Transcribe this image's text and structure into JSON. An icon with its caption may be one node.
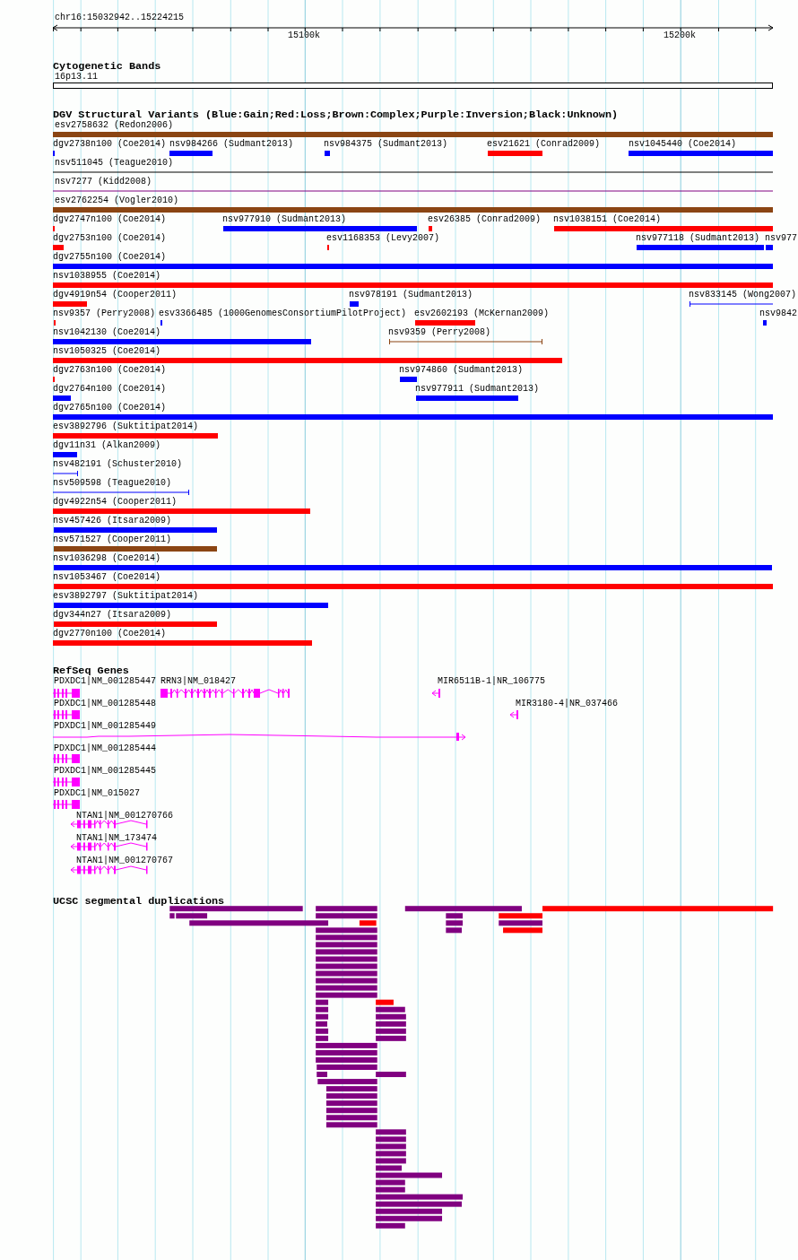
{
  "diagram": {
    "labels": [
      "chr16:15032942..15224215",
      "15100k",
      "15200k",
      "Cytogenetic Bands",
      "16p13.11",
      "DGV Structural Variants (Blue:Gain;Red:Loss;Brown:Complex;Purple:Inversion;Black:Unknown)",
      "esv2758632 (Redon2006)",
      "dgv2738n100 (Coe2014)",
      "nsv984266 (Sudmant2013)",
      "nsv984375 (Sudmant2013)",
      "esv21621 (Conrad2009)",
      "nsv1045440 (Coe2014)",
      "nsv511045 (Teague2010)",
      "nsv7277 (Kidd2008)",
      "esv2762254 (Vogler2010)",
      "dgv2747n100 (Coe2014)",
      "nsv977910 (Sudmant2013)",
      "esv26385 (Conrad2009)",
      "nsv1038151 (Coe2014)",
      "dgv2753n100 (Coe2014)",
      "esv1168353 (Levy2007)",
      "nsv977118 (Sudmant2013)",
      "nsv977",
      "dgv2755n100 (Coe2014)",
      "nsv1038955 (Coe2014)",
      "dgv4919n54 (Cooper2011)",
      "nsv978191 (Sudmant2013)",
      "nsv833145 (Wong2007)",
      "nsv9357 (Perry2008)",
      "esv3366485 (1000GenomesConsortiumPilotProject)",
      "esv2602193 (McKernan2009)",
      "nsv9842",
      "nsv1042130 (Coe2014)",
      "nsv9359 (Perry2008)",
      "nsv1050325 (Coe2014)",
      "dgv2763n100 (Coe2014)",
      "nsv974860 (Sudmant2013)",
      "dgv2764n100 (Coe2014)",
      "nsv977911 (Sudmant2013)",
      "dgv2765n100 (Coe2014)",
      "esv3892796 (Suktitipat2014)",
      "dgv11n31 (Alkan2009)",
      "nsv482191 (Schuster2010)",
      "nsv509598 (Teague2010)",
      "dgv4922n54 (Cooper2011)",
      "nsv457426 (Itsara2009)",
      "nsv571527 (Cooper2011)",
      "nsv1036298 (Coe2014)",
      "nsv1053467 (Coe2014)",
      "esv3892797 (Suktitipat2014)",
      "dgv344n27 (Itsara2009)",
      "dgv2770n100 (Coe2014)",
      "RefSeq Genes",
      "PDXDC1|NM_001285447",
      "RRN3|NM_018427",
      "MIR6511B-1|NR_106775",
      "PDXDC1|NM_001285448",
      "MIR3180-4|NR_037466",
      "PDXDC1|NM_001285449",
      "PDXDC1|NM_001285444",
      "PDXDC1|NM_001285445",
      "PDXDC1|NM_015027",
      "NTAN1|NM_001270766",
      "NTAN1|NM_173474",
      "NTAN1|NM_001270767",
      "UCSC segmental duplications"
    ]
  }
}
